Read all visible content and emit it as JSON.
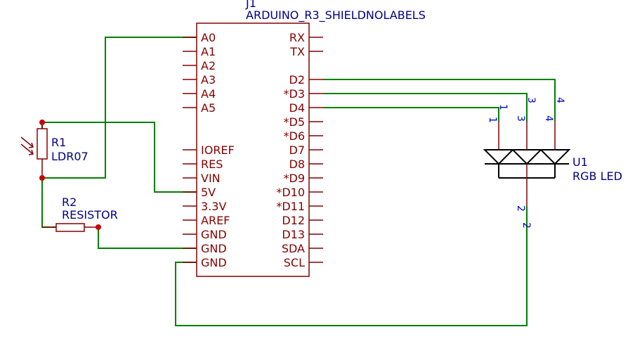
{
  "arduino": {
    "ref": "J1",
    "value": "ARDUINO_R3_SHIELDNOLABELS",
    "left_pins": [
      "A0",
      "A1",
      "A2",
      "A3",
      "A4",
      "A5",
      "",
      "",
      "IOREF",
      "RES",
      "VIN",
      "5V",
      "3.3V",
      "AREF",
      "GND",
      "GND",
      "GND"
    ],
    "right_pins": [
      "RX",
      "TX",
      "",
      "D2",
      "*D3",
      "D4",
      "*D5",
      "*D6",
      "D7",
      "D8",
      "*D9",
      "*D10",
      "*D11",
      "D12",
      "D13",
      "SDA",
      "SCL"
    ]
  },
  "ldr": {
    "ref": "R1",
    "value": "LDR07"
  },
  "resistor": {
    "ref": "R2",
    "value": "RESISTOR"
  },
  "rgb_led": {
    "ref": "U1",
    "value": "RGB LED",
    "pin_numbers": [
      "1",
      "3",
      "4",
      "2"
    ]
  },
  "colors": {
    "wire": "#008000",
    "component_body": "#840000",
    "reference_text": "#000084",
    "pin_number_text": "#0000c8",
    "junction": "#c80000"
  }
}
